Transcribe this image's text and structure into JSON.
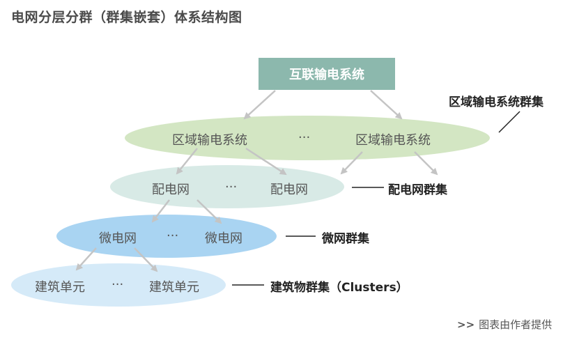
{
  "title": "电网分层分群（群集嵌套）体系结构图",
  "top_node": "互联输电系统",
  "levels": {
    "transmission": {
      "left": "区域输电系统",
      "dots": "···",
      "right": "区域输电系统",
      "group_label": "区域输电系统群集"
    },
    "distribution": {
      "left": "配电网",
      "dots": "···",
      "right": "配电网",
      "group_label": "配电网群集"
    },
    "microgrid": {
      "left": "微电网",
      "dots": "···",
      "right": "微电网",
      "group_label": "微网群集"
    },
    "building": {
      "left": "建筑单元",
      "dots": "···",
      "right": "建筑单元",
      "group_label": "建筑物群集（Clusters）"
    }
  },
  "footer": {
    "arrows": ">>",
    "text": "图表由作者提供"
  },
  "colors": {
    "top_box": "#8cb8ad",
    "transmission_ellipse": "#d3e6c3",
    "distribution_ellipse": "#d8eae6",
    "microgrid_ellipse": "#a9d4f2",
    "building_ellipse": "#d5eaf8",
    "arrow": "#c4c4c4"
  }
}
